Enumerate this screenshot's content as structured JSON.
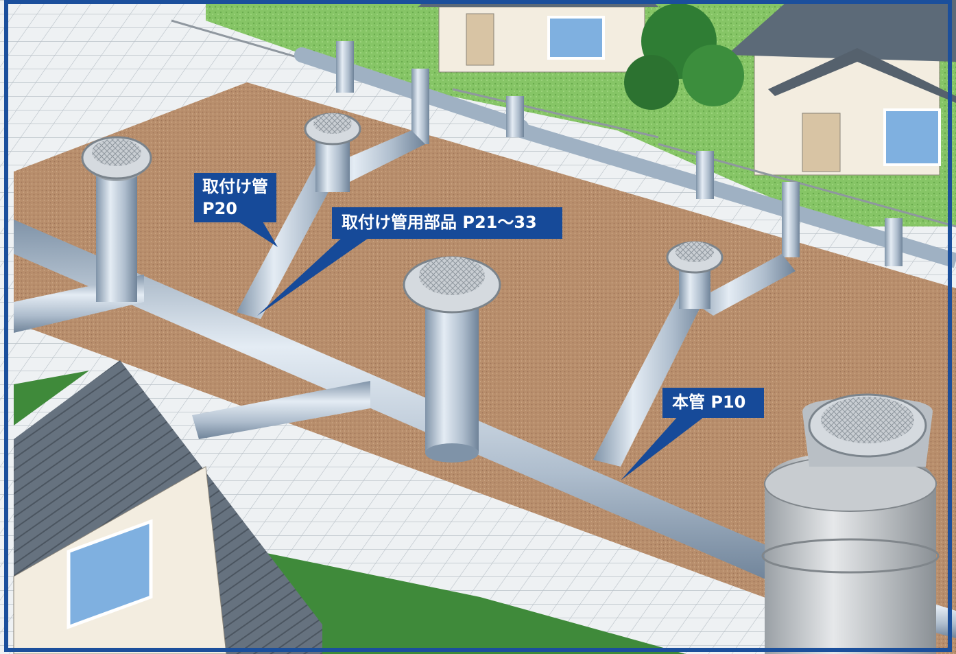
{
  "labels": {
    "attach_pipe": {
      "line1": "取付け管",
      "line2": "P20"
    },
    "attach_parts": {
      "text": "取付け管用部品 P21～33"
    },
    "main_pipe": {
      "text": "本管 P10"
    }
  },
  "colors": {
    "frame_blue": "#1b4f9c",
    "label_blue": "#164a99",
    "soil": "#b98f6f",
    "sidewalk": "#e9edf0",
    "grass": "#7cc15f",
    "pipe": "#b8c6d6",
    "roof": "#5c6a78",
    "wall": "#f3ede0"
  },
  "icons": {
    "manhole_covers": "grate-cover-icon",
    "houses": "house-icon"
  }
}
